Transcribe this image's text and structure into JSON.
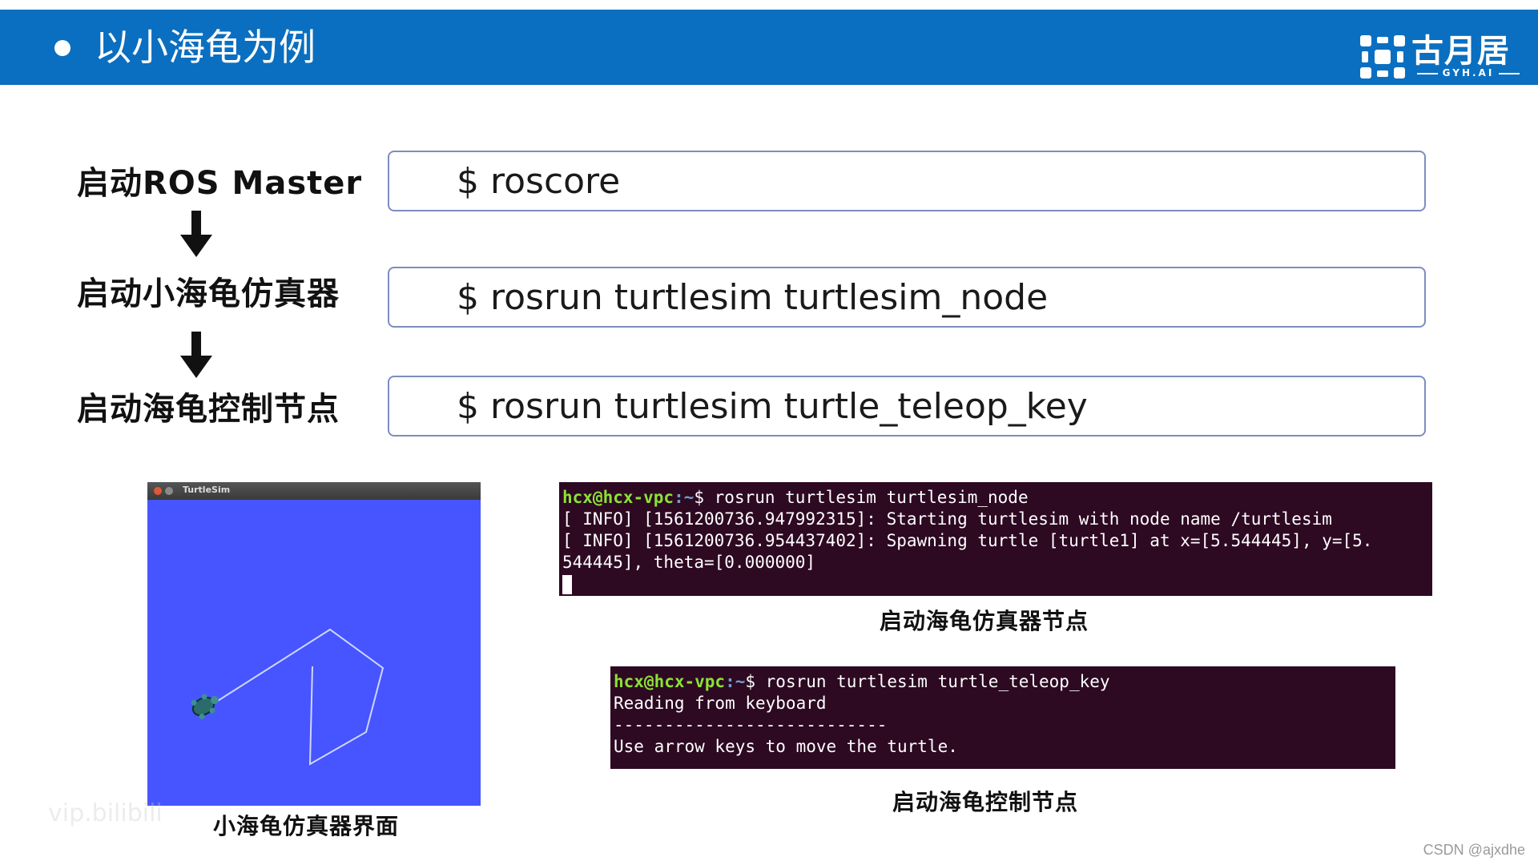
{
  "header": {
    "title": "以小海龟为例",
    "logo_brand": "古月居",
    "logo_sub": "GYH.AI",
    "bg_color": "#0a6fc0"
  },
  "steps": [
    {
      "label": "启动ROS Master",
      "command": "$ roscore"
    },
    {
      "label": "启动小海龟仿真器",
      "command": "$ rosrun turtlesim turtlesim_node"
    },
    {
      "label": "启动海龟控制节点",
      "command": "$ rosrun turtlesim turtle_teleop_key"
    }
  ],
  "turtlesim_window": {
    "title": "TurtleSim",
    "canvas_color": "#4655ff",
    "caption": "小海龟仿真器界面"
  },
  "terminal1": {
    "prompt_user": "hcx@hcx-vpc",
    "prompt_path": ":~",
    "prompt_command": "$ rosrun turtlesim turtlesim_node",
    "lines": [
      "[ INFO] [1561200736.947992315]: Starting turtlesim with node name /turtlesim",
      "[ INFO] [1561200736.954437402]: Spawning turtle [turtle1] at x=[5.544445], y=[5.",
      "544445], theta=[0.000000]"
    ],
    "caption": "启动海龟仿真器节点"
  },
  "terminal2": {
    "prompt_user": "hcx@hcx-vpc",
    "prompt_path": ":~",
    "prompt_command": "$ rosrun turtlesim turtle_teleop_key",
    "lines": [
      "Reading from keyboard",
      "---------------------------",
      "Use arrow keys to move the turtle."
    ],
    "caption": "启动海龟控制节点"
  },
  "watermarks": {
    "bottom_right": "CSDN @ajxdhe",
    "bottom_left": "vip.bilibili"
  }
}
